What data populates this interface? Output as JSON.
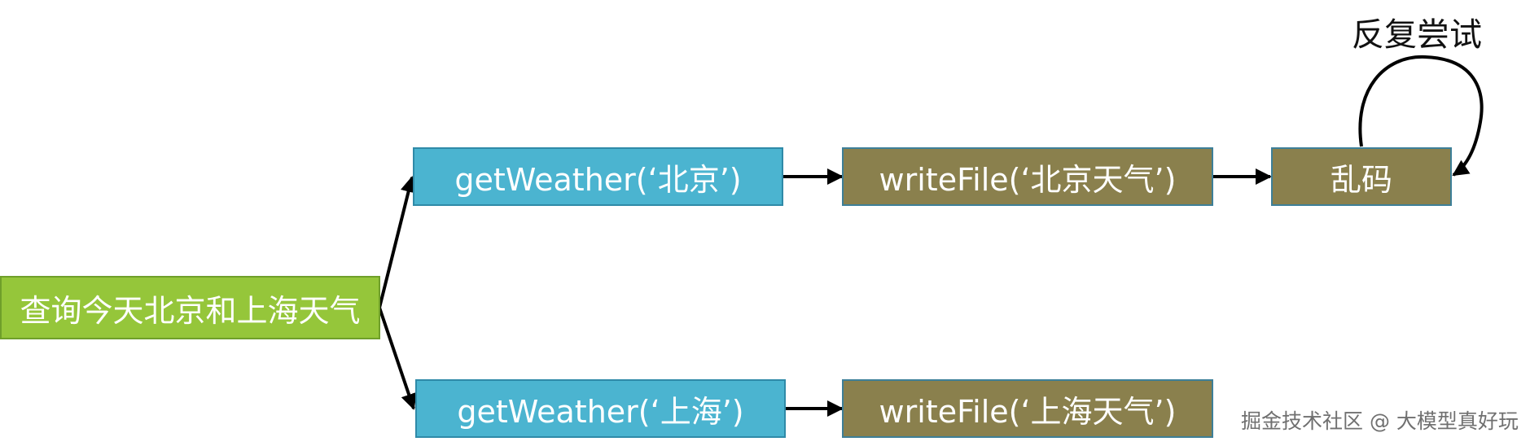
{
  "nodes": {
    "query": "查询今天北京和上海天气",
    "get_beijing": "getWeather(‘北京’)",
    "write_beijing": "writeFile(‘北京天气’)",
    "garbled": "乱码",
    "get_shanghai": "getWeather(‘上海’)",
    "write_shanghai": "writeFile(‘上海天气’)"
  },
  "loop_label": "反复尝试",
  "watermark": "掘金技术社区 @ 大模型真好玩",
  "colors": {
    "query_fill": "#95c63a",
    "tool_fill": "#4bb4d0",
    "file_fill": "#8a804d",
    "arrow": "#000000"
  }
}
